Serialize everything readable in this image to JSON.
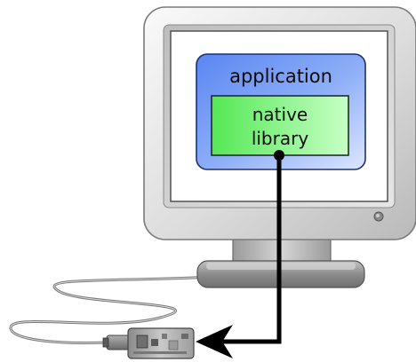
{
  "labels": {
    "application": "application",
    "native_line1": "native",
    "native_line2": "library"
  },
  "colors": {
    "monitor_light": "#f2f2f2",
    "monitor_mid": "#cfcfcf",
    "monitor_dark": "#8f8f8f",
    "screen_bg": "#ffffff",
    "app_blue_dark": "#4f7cf0",
    "app_blue_light": "#c9d8ff",
    "native_green_dark": "#4fe84f",
    "native_green_light": "#c8ffc8",
    "connector": "#000000",
    "cable": "#8a8a8a"
  }
}
